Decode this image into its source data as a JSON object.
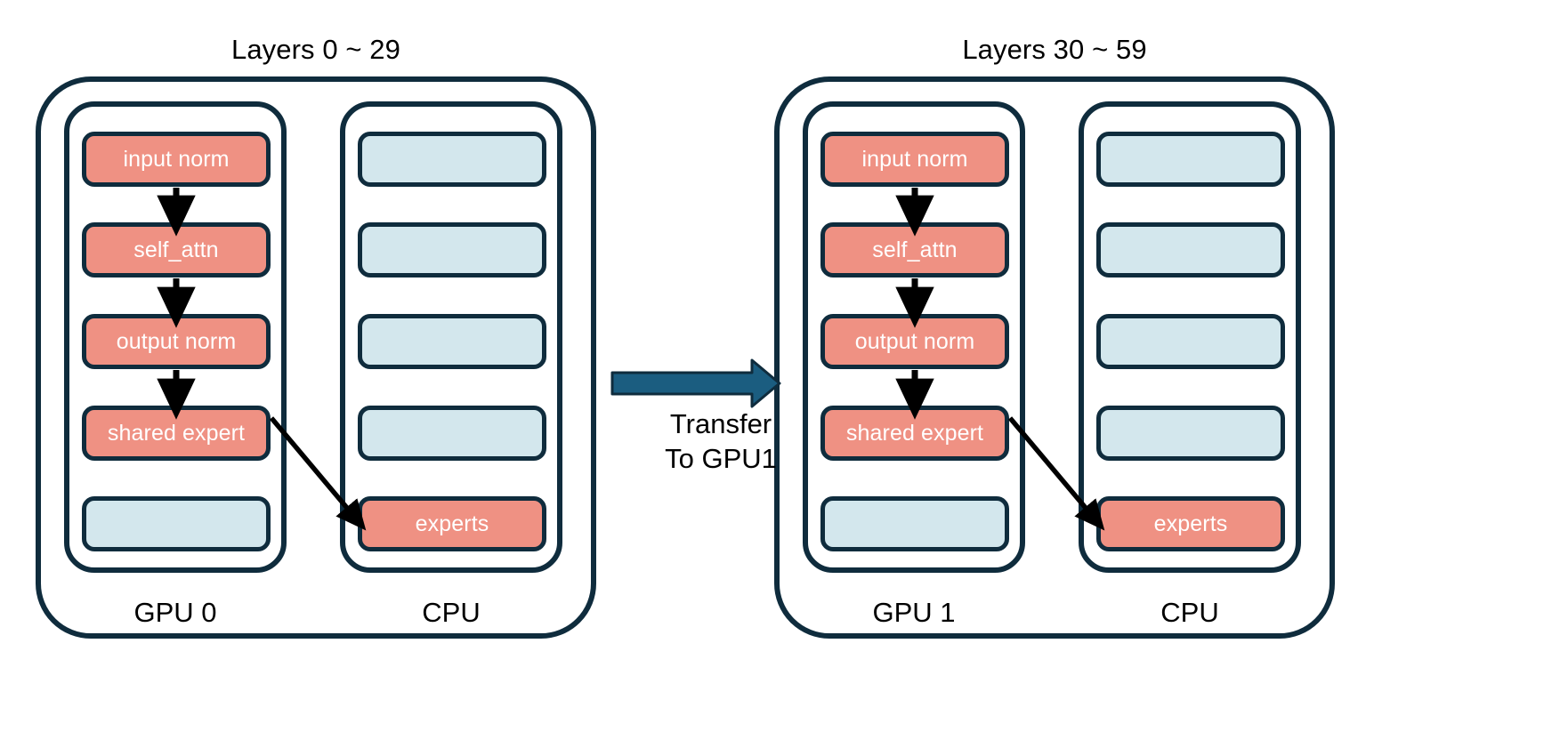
{
  "diagram": {
    "title_left": "Layers 0 ~ 29",
    "title_right": "Layers 30 ~ 59",
    "colors": {
      "active_block": "#ef9183",
      "idle_block": "#d3e7ed",
      "outline": "#0f2c3d",
      "transfer_arrow": "#1b5d80",
      "flow_arrow": "#000000",
      "background": "#ffffff",
      "block_text": "#ffffff",
      "label_text": "#000000"
    }
  },
  "groups": [
    {
      "id": "group-left",
      "title": "Layers 0 ~ 29",
      "columns": [
        {
          "id": "gpu0",
          "label": "GPU 0",
          "blocks": [
            {
              "label": "input norm",
              "state": "active"
            },
            {
              "label": "self_attn",
              "state": "active"
            },
            {
              "label": "output norm",
              "state": "active"
            },
            {
              "label": "shared expert",
              "state": "active"
            },
            {
              "label": "",
              "state": "idle"
            }
          ]
        },
        {
          "id": "cpu0",
          "label": "CPU",
          "blocks": [
            {
              "label": "",
              "state": "idle"
            },
            {
              "label": "",
              "state": "idle"
            },
            {
              "label": "",
              "state": "idle"
            },
            {
              "label": "",
              "state": "idle"
            },
            {
              "label": "experts",
              "state": "active"
            }
          ]
        }
      ]
    },
    {
      "id": "group-right",
      "title": "Layers 30 ~ 59",
      "columns": [
        {
          "id": "gpu1",
          "label": "GPU 1",
          "blocks": [
            {
              "label": "input norm",
              "state": "active"
            },
            {
              "label": "self_attn",
              "state": "active"
            },
            {
              "label": "output norm",
              "state": "active"
            },
            {
              "label": "shared expert",
              "state": "active"
            },
            {
              "label": "",
              "state": "idle"
            }
          ]
        },
        {
          "id": "cpu1",
          "label": "CPU",
          "blocks": [
            {
              "label": "",
              "state": "idle"
            },
            {
              "label": "",
              "state": "idle"
            },
            {
              "label": "",
              "state": "idle"
            },
            {
              "label": "",
              "state": "idle"
            },
            {
              "label": "experts",
              "state": "active"
            }
          ]
        }
      ]
    }
  ],
  "transfer": {
    "label_line1": "Transfer",
    "label_line2": "To GPU1"
  }
}
